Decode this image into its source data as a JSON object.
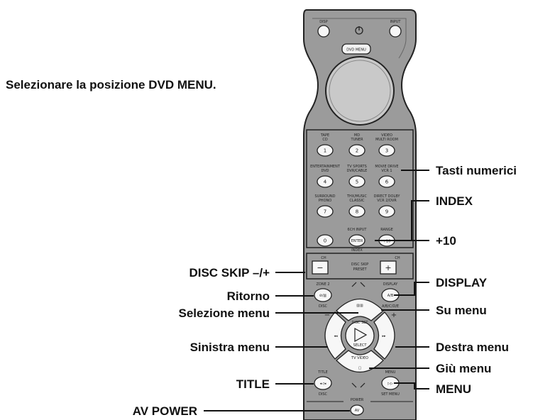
{
  "instruction": "Selezionare la posizione DVD MENU.",
  "remote": {
    "top_buttons": {
      "disp": "DISP",
      "input": "INPUT"
    },
    "dvd_menu": "DVD MENU",
    "keys": [
      {
        "top": "TAPE\nCD",
        "face": "1"
      },
      {
        "top": "MD\nTUNER",
        "face": "2"
      },
      {
        "top": "VIDEO\nMULTI ROOM",
        "face": "3"
      },
      {
        "top": "ENTERTAINMENT\nDVD",
        "face": "4"
      },
      {
        "top": "TV SPORTS\nDVR/CABLE",
        "face": "5"
      },
      {
        "top": "MOVIE DRIVE\nVCR 1",
        "face": "6"
      },
      {
        "top": "SURROUND\nPHONO",
        "face": "7"
      },
      {
        "top": "THX/MUSIC\nCLASSIC",
        "face": "8"
      },
      {
        "top": "DIRECT DOLBY\nVCR 2/DVR",
        "face": "9"
      }
    ],
    "zero": "0",
    "enter_top": "6CH INPUT",
    "enter": "ENTER",
    "index": "INDEX",
    "plus10_top": "RANGE",
    "plus10": "+10",
    "disc_skip": {
      "top_left": "CH",
      "top_right": "CH",
      "center": "DISC SKIP\nPRESET",
      "minus": "−",
      "plus": "+"
    },
    "return_top": "ZONE 2",
    "return_sub": "DISC",
    "display_top": "DISPLAY",
    "display_face": "A/B",
    "display_sub": "A/B/C/D/E",
    "select_top": "DISC SET",
    "select_center": "SELECT",
    "down_ring": "TV VIDEO",
    "title_top": "TITLE",
    "title_sub": "DISC",
    "menu_top": "MENU",
    "menu_sub": "SET MENU",
    "power": "POWER"
  },
  "labels": {
    "tasti_numerici": "Tasti numerici",
    "index": "INDEX",
    "plus10": "+10",
    "disc_skip": "DISC SKIP –/+",
    "display": "DISPLAY",
    "ritorno": "Ritorno",
    "su_menu": "Su menu",
    "selezione_menu": "Selezione menu",
    "sinistra_menu": "Sinistra menu",
    "destra_menu": "Destra menu",
    "giu_menu": "Giù menu",
    "title": "TITLE",
    "menu": "MENU",
    "av_power": "AV POWER"
  }
}
